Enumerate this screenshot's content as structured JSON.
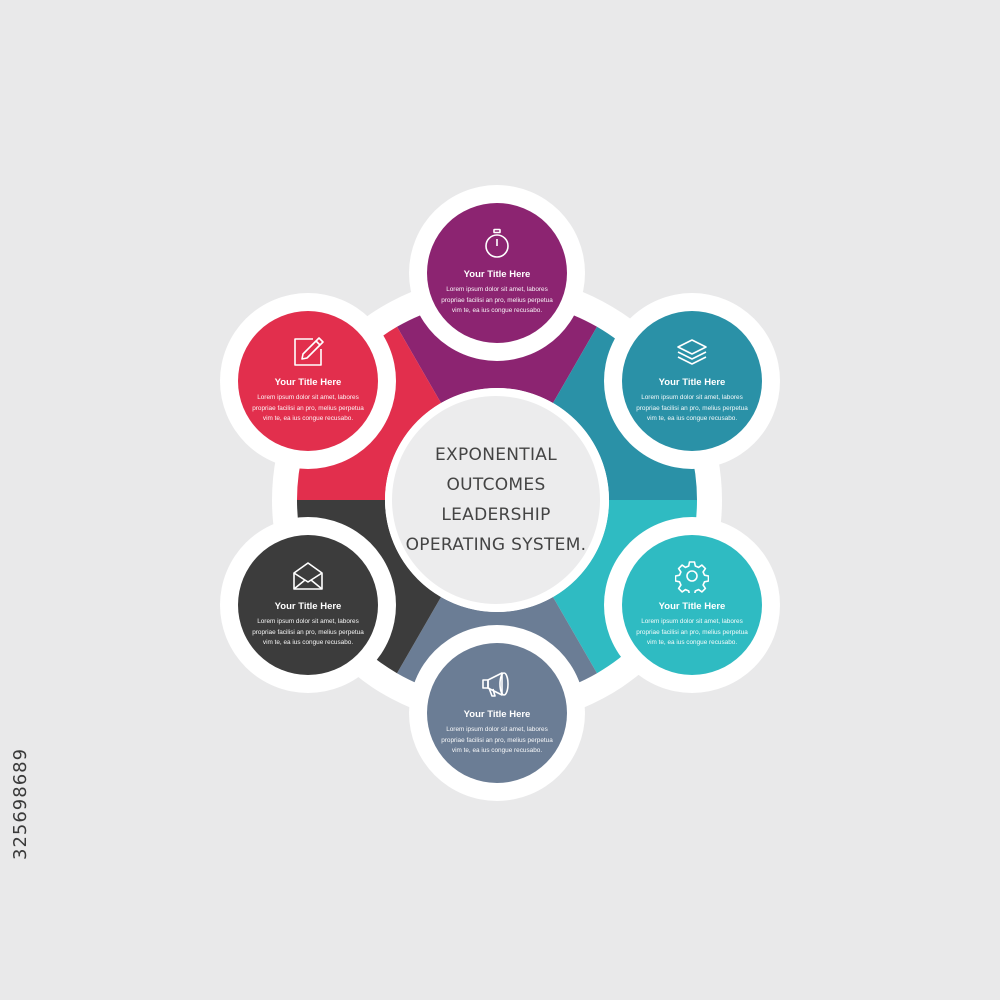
{
  "colors": {
    "background": "#e9e9ea",
    "ring": "#ffffff",
    "purple": "#8c2471",
    "blue": "#2a91a7",
    "teal": "#2fbbc2",
    "slate": "#6b7d95",
    "dark": "#3c3c3c",
    "red": "#e22f4d"
  },
  "center": {
    "title": "EXPONENTIAL OUTCOMES LEADERSHIP OPERATING SYSTEM."
  },
  "nodes": [
    {
      "id": "purple",
      "icon": "stopwatch-icon",
      "color": "#8c2471",
      "title": "Your Title Here",
      "body": "Lorem ipsum dolor sit amet, labores propriae facilisi an pro, melius perpetua vim te, ea ius congue recusabo."
    },
    {
      "id": "blue",
      "icon": "layers-icon",
      "color": "#2a91a7",
      "title": "Your Title Here",
      "body": "Lorem ipsum dolor sit amet, labores propriae facilisi an pro, melius perpetua vim te, ea ius congue recusabo."
    },
    {
      "id": "teal",
      "icon": "gear-icon",
      "color": "#2fbbc2",
      "title": "Your Title Here",
      "body": "Lorem ipsum dolor sit amet, labores propriae facilisi an pro, melius perpetua vim te, ea ius congue recusabo."
    },
    {
      "id": "slate",
      "icon": "megaphone-icon",
      "color": "#6b7d95",
      "title": "Your Title Here",
      "body": "Lorem ipsum dolor sit amet, labores propriae facilisi an pro, melius perpetua vim te, ea ius congue recusabo."
    },
    {
      "id": "dark",
      "icon": "envelope-icon",
      "color": "#3c3c3c",
      "title": "Your Title Here",
      "body": "Lorem ipsum dolor sit amet, labores propriae facilisi an pro, melius perpetua vim te, ea ius congue recusabo."
    },
    {
      "id": "red",
      "icon": "edit-icon",
      "color": "#e22f4d",
      "title": "Your Title Here",
      "body": "Lorem ipsum dolor sit amet, labores propriae facilisi an pro, melius perpetua vim te, ea ius congue recusabo."
    }
  ],
  "stock_id": "325698689"
}
